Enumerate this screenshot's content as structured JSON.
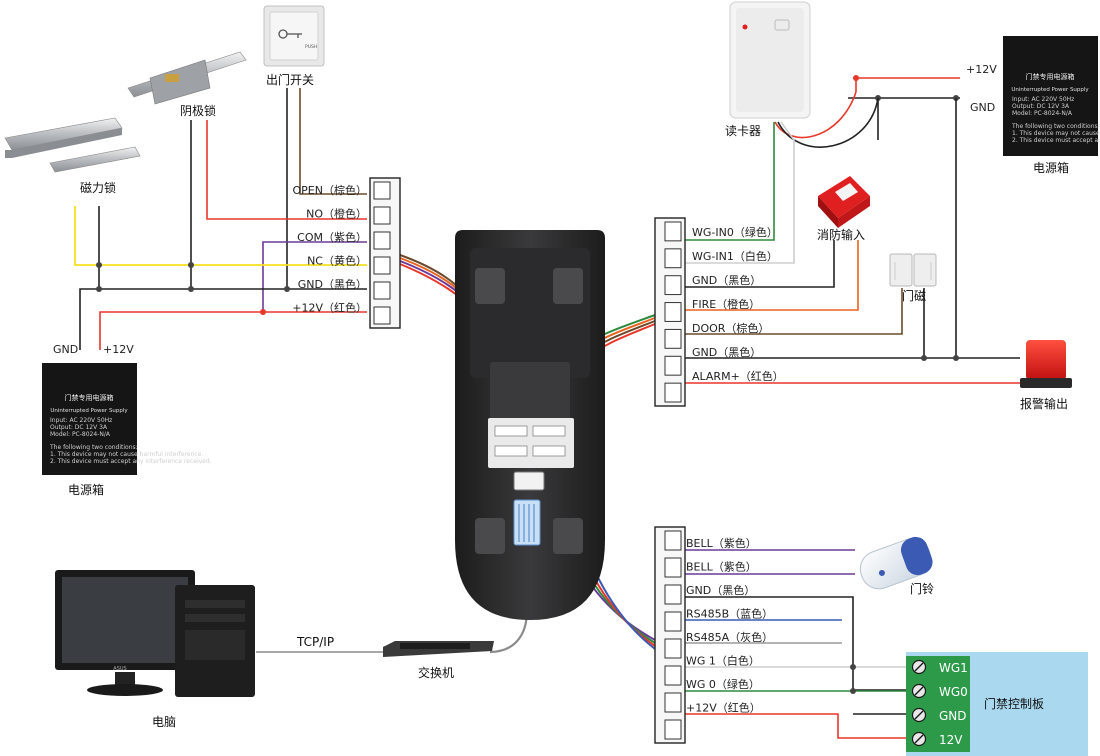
{
  "devices": {
    "magnetic_lock": "磁力锁",
    "strike_lock": "阴极锁",
    "exit_button": "出门开关",
    "exit_button_plate": "PUSH",
    "card_reader": "读卡器",
    "fire_input": "消防输入",
    "door_magnet": "门磁",
    "alarm_output": "报警输出",
    "doorbell": "门铃",
    "computer": "电脑",
    "computer_brand": "ASUS",
    "switch": "交换机",
    "access_board": "门禁控制板"
  },
  "power_box": {
    "caption": "电源箱",
    "title_cn": "门禁专用电源箱",
    "title_en": "Uninterrupted Power Supply",
    "spec_input": "Input: AC 220V 50Hz",
    "spec_output": "Output: DC 12V 3A",
    "spec_model": "Model: PC-8024-N/A",
    "note_head": "The following two conditions:",
    "note_1": "1. This device may not cause harmful interference.",
    "note_2": "2. This device must accept any interference received."
  },
  "power_left": {
    "gnd": "GND",
    "plus12": "+12V"
  },
  "power_right": {
    "plus12": "+12V",
    "gnd": "GND"
  },
  "terminal_left": [
    "OPEN（棕色）",
    "NO（橙色）",
    "COM（紫色）",
    "NC（黄色）",
    "GND（黑色）",
    "+12V（红色）"
  ],
  "terminal_right_top": [
    "WG-IN0（绿色）",
    "WG-IN1（白色）",
    "GND（黑色）",
    "FIRE（橙色）",
    "DOOR（棕色）",
    "GND（黑色）",
    "ALARM+（红色）"
  ],
  "terminal_right_bottom": [
    "BELL（紫色）",
    "BELL（紫色）",
    "GND（黑色）",
    "RS485B（蓝色）",
    "RS485A（灰色）",
    "WG 1（白色）",
    "WG 0（绿色）",
    "+12V（红色）"
  ],
  "board_pins": [
    "WG1",
    "WG0",
    "GND",
    "12V"
  ],
  "network": {
    "label": "TCP/IP"
  },
  "colors": {
    "red": "#e8372a",
    "black": "#222222",
    "yellow": "#f5e020",
    "purple": "#6b3a98",
    "orange": "#e8621e",
    "brown": "#6b4a2b",
    "green": "#2e8a3c",
    "white_wire": "#d0d0d0",
    "gray": "#9a9a9a",
    "blue": "#3a5ab4",
    "board_bg": "#a9d8ef",
    "terminal_green": "#2d9a4a"
  }
}
